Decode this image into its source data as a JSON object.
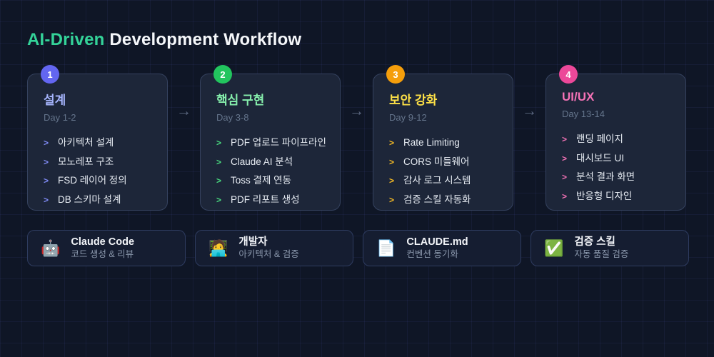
{
  "title": {
    "highlight": "AI-Driven",
    "rest": " Development Workflow"
  },
  "arrow_glyph": "→",
  "chevron_glyph": ">",
  "colors": {
    "page_background": "#0f1626",
    "card_background": "#1d2639",
    "card_border": "#35425f",
    "title_highlight": "#34d399",
    "muted_text": "#64748b",
    "item_text": "#e7ecf3"
  },
  "phases": [
    {
      "number": "1",
      "name": "설계",
      "days": "Day 1-2",
      "badge_color": "#6366f1",
      "title_color": "#a5b4fc",
      "accent_color": "#818cf8",
      "items": [
        "아키텍처 설계",
        "모노레포 구조",
        "FSD 레이어 정의",
        "DB 스키마 설계"
      ]
    },
    {
      "number": "2",
      "name": "핵심 구현",
      "days": "Day 3-8",
      "badge_color": "#22c55e",
      "title_color": "#86efac",
      "accent_color": "#4ade80",
      "items": [
        "PDF 업로드 파이프라인",
        "Claude AI 분석",
        "Toss 결제 연동",
        "PDF 리포트 생성"
      ]
    },
    {
      "number": "3",
      "name": "보안 강화",
      "days": "Day 9-12",
      "badge_color": "#f59e0b",
      "title_color": "#fde047",
      "accent_color": "#fbbf24",
      "items": [
        "Rate Limiting",
        "CORS 미들웨어",
        "감사 로그 시스템",
        "검증 스킬 자동화"
      ]
    },
    {
      "number": "4",
      "name": "UI/UX",
      "days": "Day 13-14",
      "badge_color": "#ec4899",
      "title_color": "#f472b6",
      "accent_color": "#f472b6",
      "items": [
        "랜딩 페이지",
        "대시보드 UI",
        "분석 결과 화면",
        "반응형 디자인"
      ]
    }
  ],
  "resources": [
    {
      "emoji": "🤖",
      "emoji_name": "robot-icon",
      "title": "Claude Code",
      "subtitle": "코드 생성 & 리뷰"
    },
    {
      "emoji": "🧑‍💻",
      "emoji_name": "developer-icon",
      "title": "개발자",
      "subtitle": "아키텍처 & 검증"
    },
    {
      "emoji": "📄",
      "emoji_name": "document-icon",
      "title": "CLAUDE.md",
      "subtitle": "컨벤션 동기화"
    },
    {
      "emoji": "✅",
      "emoji_name": "check-icon",
      "title": "검증 스킬",
      "subtitle": "자동 품질 검증"
    }
  ]
}
